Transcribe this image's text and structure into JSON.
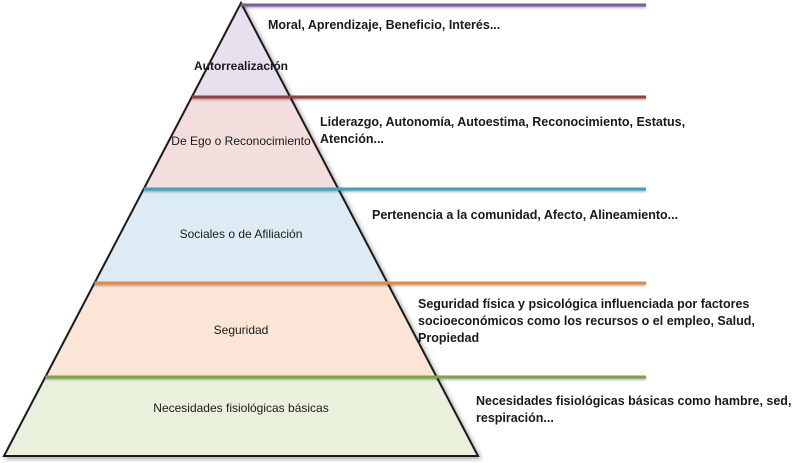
{
  "diagram": {
    "levels": [
      {
        "id": "autorrealizacion",
        "label": "Autorrealización",
        "label_bold": true,
        "fill": "#e6e0ef",
        "line_color": "#7e5aa2",
        "description_lines": [
          "Moral, Aprendizaje, Beneficio, Interés..."
        ]
      },
      {
        "id": "ego",
        "label": "De Ego o Reconocimiento",
        "label_bold": false,
        "fill": "#f3dede",
        "line_color": "#9c3b3b",
        "description_lines": [
          "Liderazgo, Autonomía, Autoestima, Reconocimiento, Estatus,",
          "Atención..."
        ]
      },
      {
        "id": "sociales",
        "label": "Sociales o de Afiliación",
        "label_bold": false,
        "fill": "#dcebf4",
        "line_color": "#3aa3c4",
        "description_lines": [
          "Pertenencia a la comunidad, Afecto, Alineamiento..."
        ]
      },
      {
        "id": "seguridad",
        "label": "Seguridad",
        "label_bold": false,
        "fill": "#fbe5d6",
        "line_color": "#e88a3c",
        "description_lines": [
          "Seguridad física y psicológica influenciada por factores",
          "socioeconómicos como los recursos o el empleo, Salud,",
          "Propiedad"
        ]
      },
      {
        "id": "fisiologicas",
        "label": "Necesidades fisiológicas  básicas",
        "label_bold": false,
        "fill": "#e9f1dc",
        "line_color": "#7fa34a",
        "description_lines": [
          "Necesidades fisiológicas básicas como hambre, sed,",
          "respiración..."
        ]
      }
    ]
  }
}
